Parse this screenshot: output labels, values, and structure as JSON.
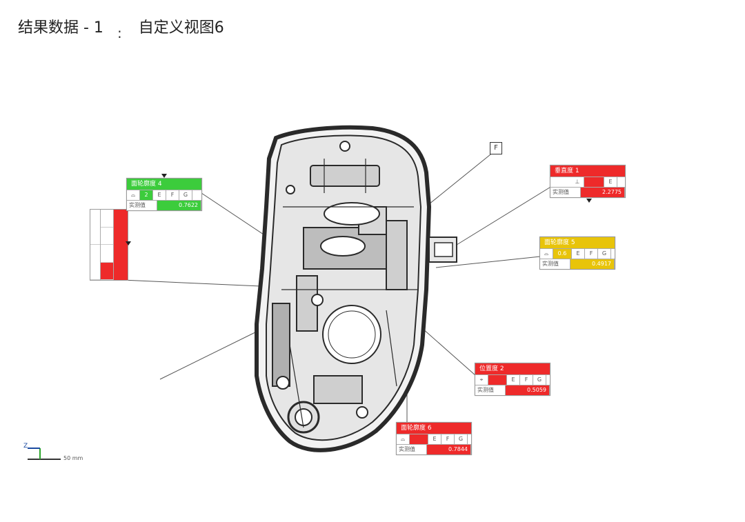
{
  "header": {
    "report_label": "结果数据 - 1",
    "separator": ":",
    "view_name": "自定义视图6"
  },
  "callouts": {
    "green": {
      "header": "面轮廓度 4",
      "row1": [
        "⌓",
        "2",
        "E",
        "F",
        "G"
      ],
      "actual_label": "实测值",
      "actual_value": "0.7622",
      "color": "#3ccc3c"
    },
    "red_top_right": {
      "header": "垂直度 1",
      "row1": [
        "⊥",
        "",
        "E"
      ],
      "actual_label": "实测值",
      "actual_value": "2.2775",
      "color": "#ee2a2a"
    },
    "yellow": {
      "header": "面轮廓度 5",
      "row1": [
        "⌓",
        "0.6",
        "E",
        "F",
        "G"
      ],
      "actual_label": "实测值",
      "actual_value": "0.4917",
      "color": "#e8c40a"
    },
    "red_mid_right": {
      "header": "位置度 2",
      "row1": [
        "⌖",
        "",
        "E",
        "F",
        "G"
      ],
      "actual_label": "实测值",
      "actual_value": "0.5059",
      "color": "#ee2a2a"
    },
    "red_bottom": {
      "header": "面轮廓度 6",
      "row1": [
        "⌓",
        "",
        "E",
        "F",
        "G"
      ],
      "actual_label": "实测值",
      "actual_value": "0.7844",
      "color": "#ee2a2a"
    }
  },
  "datum_tag": "F",
  "scale_bar": {
    "axis_label": "Z",
    "scale_text": "50 mm"
  },
  "colors": {
    "pass": "#3ccc3c",
    "warn": "#e8c40a",
    "fail": "#ee2a2a",
    "part_outline": "#2a2a2a"
  }
}
